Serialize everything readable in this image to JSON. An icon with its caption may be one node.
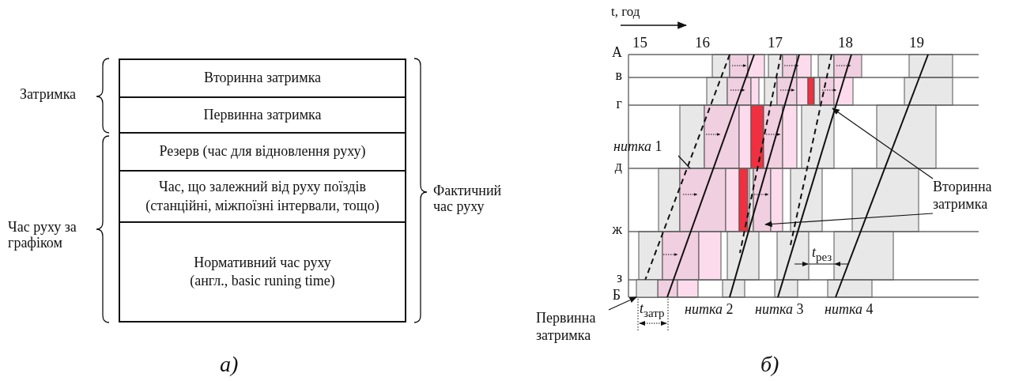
{
  "diagram": {
    "nodes": [
      {
        "text": [
          "Вторинна затримка"
        ]
      },
      {
        "text": [
          "Первинна затримка"
        ]
      },
      {
        "text": [
          "Резерв (час для відновлення руху)"
        ]
      },
      {
        "text": [
          "Час, що залежний від руху поїздів (станційні, міжпоїзні інтервали, тощо)"
        ]
      },
      {
        "text": [
          "Нормативний час руху (англ., basic runing time)"
        ]
      },
      {
        "text": [
          "*нитка* 1"
        ]
      },
      {
        "text": [
          "Вторинна затримка"
        ]
      },
      {
        "text": [
          "Первинна затримка"
        ]
      },
      {
        "text": [],
        "shape": "box"
      }
    ],
    "edges": [
      {
        "from": 5,
        "to": null,
        "arrow": "none"
      },
      {
        "from": 6,
        "to": null,
        "arrow": "to"
      },
      {
        "from": 6,
        "to": null,
        "arrow": "to"
      },
      {
        "from": 7,
        "to": 8,
        "arrow": "to"
      }
    ],
    "labels": [
      "Затримка",
      "Час руху за графіком",
      "Фактичний час руху",
      "t, год",
      "15",
      "16",
      "17",
      "18",
      "19",
      "А",
      "в",
      "г",
      "д",
      "ж",
      "з",
      "Б",
      "*t*$_{затр}$",
      "*нитка* 2",
      "*нитка* 3",
      "*нитка* 4",
      "*t*$_{рез}$",
      "а)",
      "б)"
    ]
  }
}
